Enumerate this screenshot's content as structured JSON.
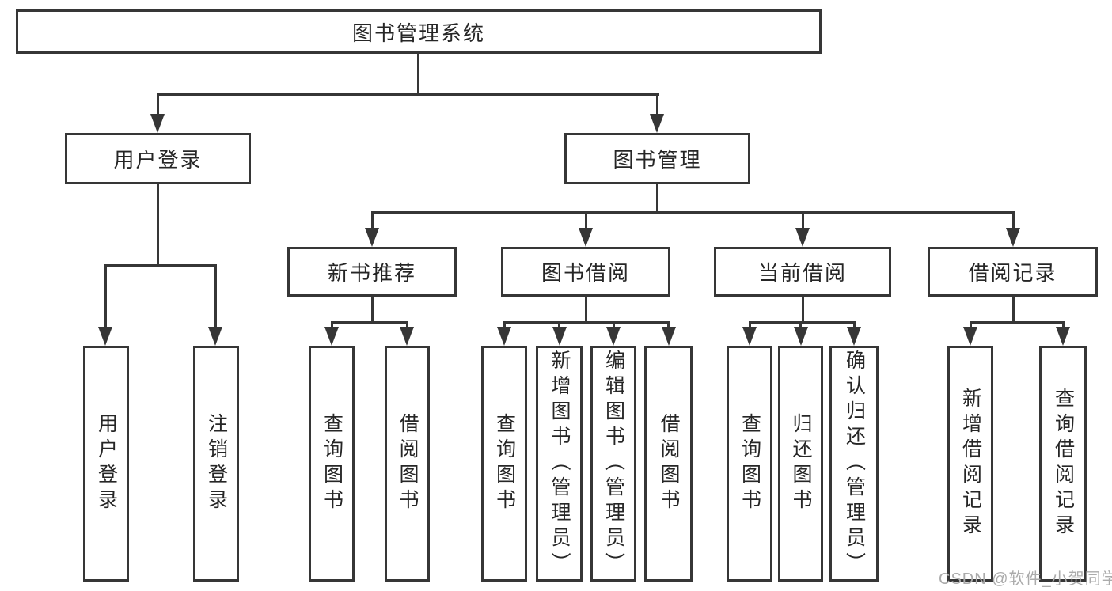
{
  "colors": {
    "line": "#363636",
    "text": "#262626",
    "background": "#ffffff",
    "watermark": "#ababab"
  },
  "watermark": {
    "text": "CSDN @软件_小贺同学"
  },
  "tree": {
    "label": "图书管理系统",
    "children": [
      {
        "label": "用户登录",
        "children": [
          {
            "label": "用户登录"
          },
          {
            "label": "注销登录"
          }
        ]
      },
      {
        "label": "图书管理",
        "children": [
          {
            "label": "新书推荐",
            "children": [
              {
                "label": "查询图书"
              },
              {
                "label": "借阅图书"
              }
            ]
          },
          {
            "label": "图书借阅",
            "children": [
              {
                "label": "查询图书"
              },
              {
                "label": "新增图书（管理员）"
              },
              {
                "label": "编辑图书（管理员）"
              },
              {
                "label": "借阅图书"
              }
            ]
          },
          {
            "label": "当前借阅",
            "children": [
              {
                "label": "查询图书"
              },
              {
                "label": "归还图书"
              },
              {
                "label": "确认归还（管理员）"
              }
            ]
          },
          {
            "label": "借阅记录",
            "children": [
              {
                "label": "新增借阅记录"
              },
              {
                "label": "查询借阅记录"
              }
            ]
          }
        ]
      }
    ]
  }
}
